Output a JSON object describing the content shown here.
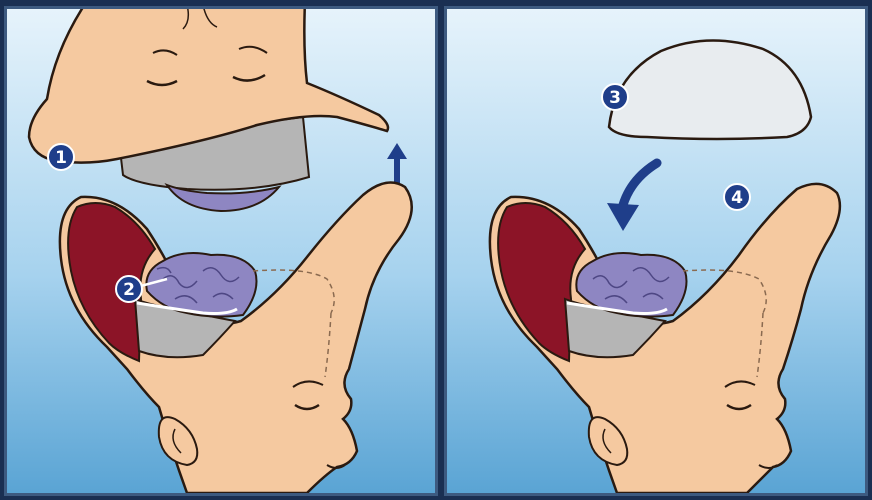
{
  "labels": {
    "step1": "1",
    "step2": "2",
    "step3": "3",
    "step4": "4"
  },
  "colors": {
    "sky_top": "#e4f2fb",
    "sky_bottom": "#5ea9d8",
    "skin": "#f5c9a0",
    "outline": "#2a1a10",
    "cavity": "#8c1427",
    "brain": "#8e86c2",
    "plate": "#b5b5b5",
    "cap": "#e8ecef",
    "arrow": "#1f3e8a",
    "badge": "#1f3e8a"
  }
}
